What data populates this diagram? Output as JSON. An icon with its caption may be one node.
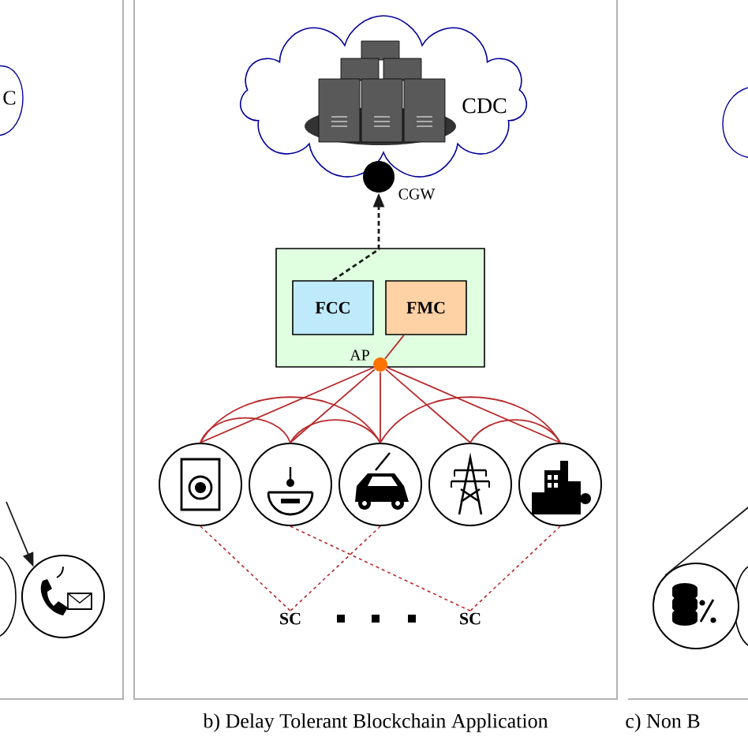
{
  "diagram": {
    "caption": "b) Delay Tolerant Blockchain Application",
    "nodes": [
      {
        "text": [
          "CDC"
        ]
      },
      {
        "text": [],
        "shape": "circle",
        "beside": [
          "CGW"
        ]
      },
      {
        "text": [],
        "shape": "box"
      },
      {
        "text": [
          "FCC"
        ],
        "in": 2
      },
      {
        "text": [
          "FMC"
        ],
        "in": 2
      },
      {
        "text": [],
        "shape": "circle",
        "beside": [
          "AP"
        ],
        "in": 2
      },
      {
        "text": [],
        "shape": "circle"
      },
      {
        "text": [],
        "shape": "circle"
      },
      {
        "text": [],
        "shape": "circle"
      },
      {
        "text": [],
        "shape": "circle"
      },
      {
        "text": [],
        "shape": "circle"
      },
      {
        "text": [
          "SC"
        ]
      },
      {
        "text": [
          "SC"
        ]
      },
      {
        "text": [],
        "shape": "circle"
      },
      {
        "text": [],
        "shape": "circle"
      }
    ],
    "edges": [
      {
        "from": 3,
        "to": 1,
        "arrow": "to",
        "style": "dashed",
        "color": "#1a1a1a"
      },
      {
        "from": 4,
        "to": 5,
        "arrow": "none"
      },
      {
        "from": 5,
        "to": 6,
        "arrow": "none"
      },
      {
        "from": 5,
        "to": 7,
        "arrow": "none"
      },
      {
        "from": 5,
        "to": 8,
        "arrow": "none"
      },
      {
        "from": 5,
        "to": 9,
        "arrow": "none"
      },
      {
        "from": 5,
        "to": 10,
        "arrow": "none"
      },
      {
        "from": 6,
        "to": 7,
        "arrow": "none"
      },
      {
        "from": 6,
        "to": 8,
        "arrow": "none"
      },
      {
        "from": 7,
        "to": 8,
        "arrow": "none"
      },
      {
        "from": 9,
        "to": 10,
        "arrow": "none"
      },
      {
        "from": 8,
        "to": 10,
        "arrow": "none"
      },
      {
        "from": 6,
        "to": 11,
        "arrow": "none",
        "style": "dashed"
      },
      {
        "from": 8,
        "to": 11,
        "arrow": "none",
        "style": "dashed"
      },
      {
        "from": 7,
        "to": 12,
        "arrow": "none",
        "style": "dashed"
      },
      {
        "from": 10,
        "to": 12,
        "arrow": "none",
        "style": "dashed"
      },
      {
        "from": null,
        "to": 13,
        "arrow": "to",
        "color": "#1a1a1a"
      },
      {
        "from": 14,
        "to": null,
        "arrow": "none",
        "color": "#1a1a1a"
      }
    ],
    "labels": [
      "C",
      "c) Non B"
    ]
  }
}
